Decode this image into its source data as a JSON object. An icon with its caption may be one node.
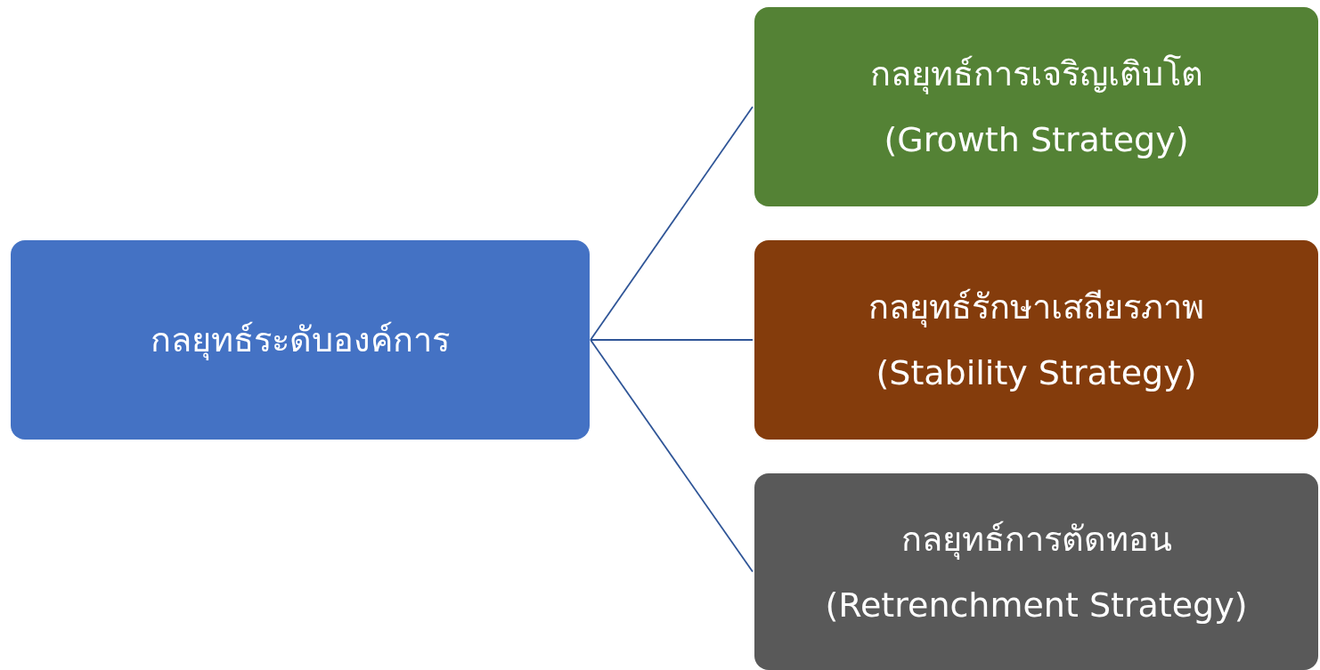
{
  "diagram": {
    "nodes": [
      {
        "text": [
          "กลยุทธ์ระดับองค์การ"
        ]
      },
      {
        "text": [
          "กลยุทธ์การเจริญเติบโต",
          "(Growth Strategy)"
        ]
      },
      {
        "text": [
          "กลยุทธ์รักษาเสถียรภาพ",
          "(Stability Strategy)"
        ]
      },
      {
        "text": [
          "กลยุทธ์การตัดทอน",
          "(Retrenchment Strategy)"
        ]
      }
    ],
    "edges": [
      {
        "from": 0,
        "to": 1,
        "arrow": "none"
      },
      {
        "from": 0,
        "to": 2,
        "arrow": "none"
      },
      {
        "from": 0,
        "to": 3,
        "arrow": "none"
      }
    ]
  }
}
